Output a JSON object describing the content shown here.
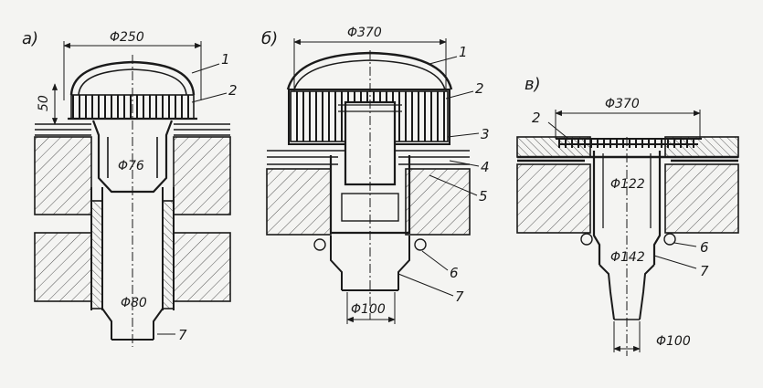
{
  "panels": {
    "a": {
      "label": "а)",
      "dims": {
        "top": "Φ250",
        "height": "50",
        "mid": "Φ76",
        "bottom": "Φ80"
      },
      "callouts": [
        "1",
        "2",
        "7"
      ]
    },
    "b": {
      "label": "б)",
      "dims": {
        "top": "Φ370",
        "bottom": "Φ100"
      },
      "callouts": [
        "1",
        "2",
        "3",
        "4",
        "5",
        "6",
        "7"
      ]
    },
    "c": {
      "label": "в)",
      "dims": {
        "top": "Φ370",
        "mid": "Φ122",
        "lower": "Φ142",
        "bottom": "Φ100"
      },
      "callouts": [
        "2",
        "6",
        "7"
      ]
    }
  },
  "colors": {
    "ink": "#1a1a1a",
    "paper": "#f4f4f2",
    "hatch": "#555555"
  }
}
